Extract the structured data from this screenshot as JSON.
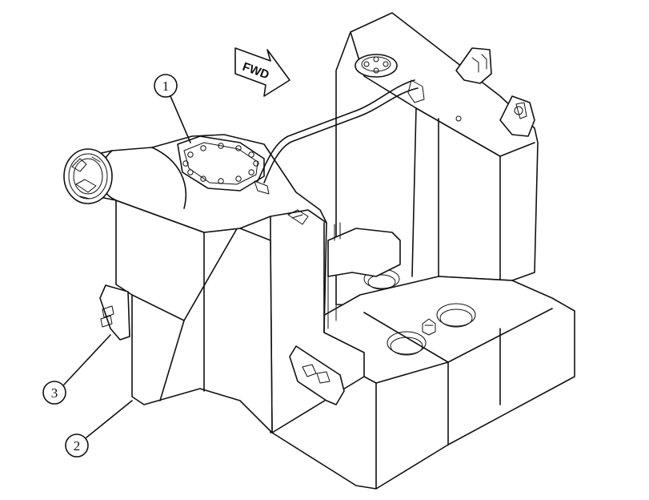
{
  "direction_arrow": {
    "label": "FWD"
  },
  "callouts": [
    {
      "number": "1"
    },
    {
      "number": "2"
    },
    {
      "number": "3"
    }
  ],
  "colors": {
    "line": "#111111",
    "background": "#ffffff"
  }
}
